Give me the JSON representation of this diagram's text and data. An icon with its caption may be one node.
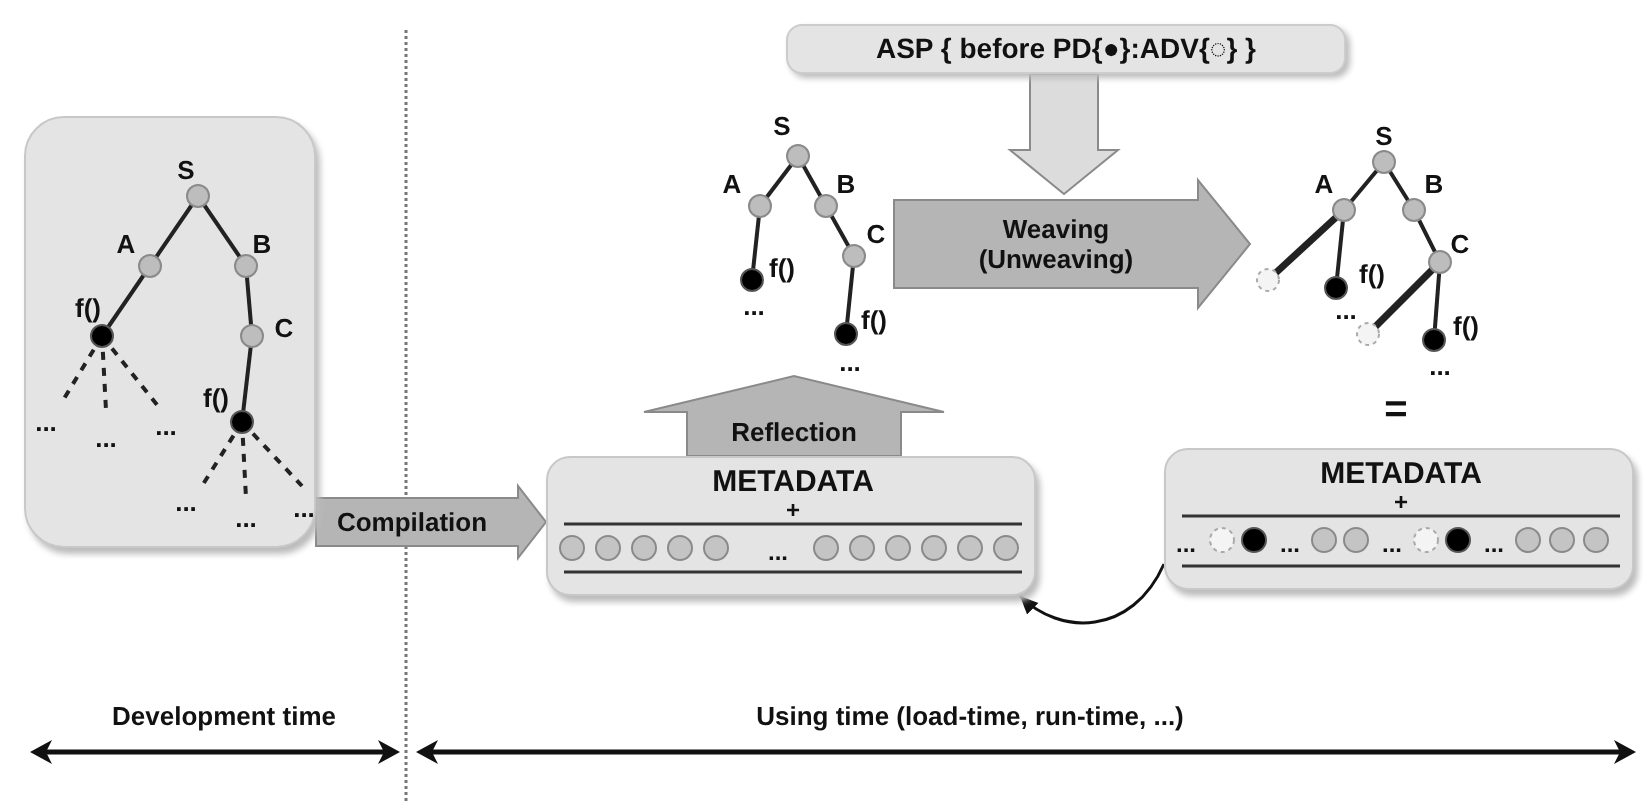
{
  "diagram": {
    "nodes": [
      {
        "text": [],
        "shape": "box"
      },
      {
        "text": [
          "S",
          "A",
          "B",
          "f()",
          "C",
          "f()",
          "...",
          "...",
          "...",
          "...",
          "...",
          "..."
        ],
        "in": 0
      },
      {
        "text": [
          "METADATA",
          "+",
          "..."
        ]
      },
      {
        "text": [
          "S",
          "A",
          "B",
          "C",
          "f()",
          "...",
          "f()",
          "..."
        ]
      },
      {
        "text": [
          "ASP { before PD{●}:ADV{◌} }"
        ]
      },
      {
        "text": [
          "S",
          "A",
          "B",
          "C",
          "f()",
          "...",
          "f()",
          "..."
        ]
      },
      {
        "text": [
          "METADATA",
          "+",
          "...",
          "...",
          "...",
          "..."
        ]
      }
    ],
    "edges": [
      {
        "from": 0,
        "to": 2,
        "arrow": "to",
        "label": "Compilation",
        "style": "thick"
      },
      {
        "from": 2,
        "to": 3,
        "arrow": "to",
        "label": "Reflection",
        "style": "thick"
      },
      {
        "from": 3,
        "to": 5,
        "arrow": "to",
        "label": "Weaving (Unweaving)",
        "style": "thick"
      },
      {
        "from": 4,
        "to": null,
        "arrow": "to",
        "style": "thick"
      },
      {
        "from": 6,
        "to": 2,
        "arrow": "to"
      }
    ],
    "labels": [
      "=",
      "Development time",
      "Using time (load-time, run-time, ...)"
    ]
  }
}
